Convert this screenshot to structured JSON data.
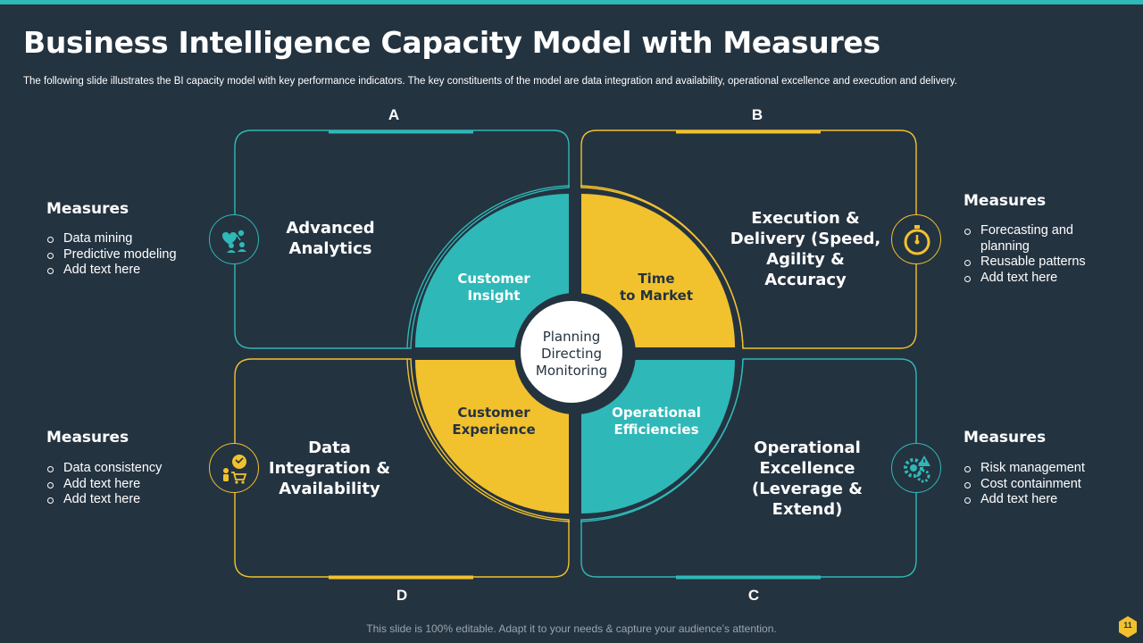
{
  "header": {
    "title": "Business Intelligence Capacity Model with Measures",
    "subtitle": "The following slide illustrates the BI capacity model with key performance indicators. The key constituents of the model are data integration and availability, operational excellence and execution and delivery."
  },
  "colors": {
    "teal": "#2fb8b8",
    "yellow": "#f2c12e",
    "background": "#243340"
  },
  "quadrants": {
    "a": {
      "letter": "A",
      "title": "Advanced Analytics",
      "icon": "analytics-people-icon"
    },
    "b": {
      "letter": "B",
      "title": "Execution & Delivery (Speed, Agility & Accuracy",
      "icon": "stopwatch-icon"
    },
    "c": {
      "letter": "C",
      "title": "Operational Excellence (Leverage & Extend)",
      "icon": "gears-warning-icon"
    },
    "d": {
      "letter": "D",
      "title": "Data Integration & Availability",
      "icon": "person-cart-icon"
    }
  },
  "wheel": {
    "top_left": "Customer Insight",
    "top_right": "Time to Market",
    "bottom_left": "Customer Experience",
    "bottom_right": "Operational Efficiencies",
    "center": [
      "Planning",
      "Directing",
      "Monitoring"
    ]
  },
  "measures": {
    "heading": "Measures",
    "a": [
      "Data mining",
      "Predictive modeling",
      "Add text here"
    ],
    "b": [
      "Forecasting and planning",
      "Reusable patterns",
      "Add text here"
    ],
    "c": [
      "Risk management",
      "Cost containment",
      "Add text here"
    ],
    "d": [
      "Data consistency",
      "Add text here",
      "Add text here"
    ]
  },
  "footer": {
    "note": "This slide is 100% editable. Adapt it to your needs & capture your audience’s attention.",
    "page": "11"
  }
}
